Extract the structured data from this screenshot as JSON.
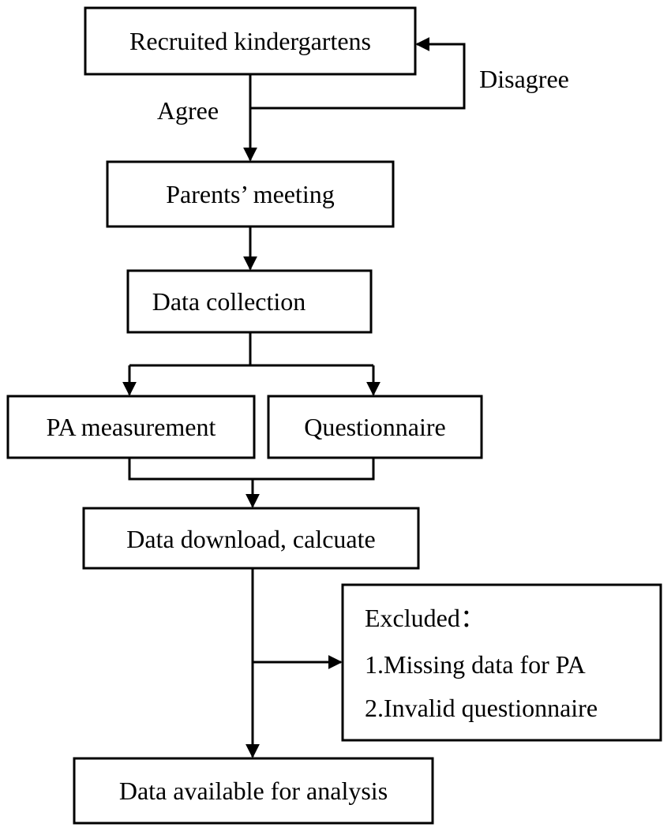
{
  "nodes": {
    "recruited": "Recruited kindergartens",
    "parents_meeting": "Parents’ meeting",
    "data_collection": "Data collection",
    "pa_measurement": "PA measurement",
    "questionnaire": "Questionnaire",
    "data_download": "Data download, calcuate",
    "excluded_title": "Excluded：",
    "excluded_item_1": "1.Missing data for PA",
    "excluded_item_2": "2.Invalid questionnaire",
    "data_available": "Data available for analysis"
  },
  "edges": {
    "agree": "Agree",
    "disagree": "Disagree"
  },
  "colors": {
    "stroke": "#000000",
    "fill": "#ffffff",
    "text": "#000000"
  }
}
